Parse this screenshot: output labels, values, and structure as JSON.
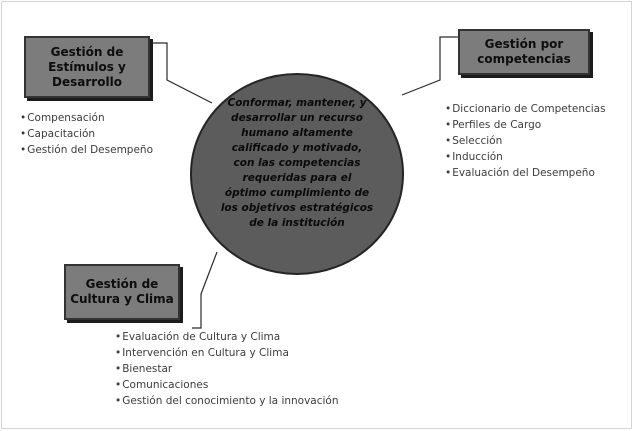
{
  "center": {
    "lines": [
      "Conformar,  mantener, y",
      "desarrollar un recurso",
      "humano altamente",
      "calificado y motivado,",
      "con las competencias",
      "requeridas  para el",
      "óptimo cumplimiento de",
      "los objetivos estratégicos",
      "de la institución"
    ]
  },
  "boxes": {
    "estimulos": {
      "line1": "Gestión de",
      "line2": "Estímulos y",
      "line3": "Desarrollo"
    },
    "competencias": {
      "line1": "Gestión por",
      "line2": "competencias"
    },
    "cultura": {
      "line1": "Gestión de",
      "line2": "Cultura  y Clima"
    }
  },
  "lists": {
    "estimulos": [
      "Compensación",
      "Capacitación",
      "Gestión del Desempeño"
    ],
    "competencias": [
      "Diccionario de Competencias",
      "Perfiles de Cargo",
      "Selección",
      "Inducción",
      "Evaluación del Desempeño"
    ],
    "cultura": [
      "Evaluación de Cultura y Clima",
      "Intervención en Cultura y Clima",
      "Bienestar",
      "Comunicaciones",
      "Gestión del conocimiento y la innovación"
    ]
  },
  "colors": {
    "circle_fill": "#5c5c5c",
    "circle_stroke": "#252525",
    "box_fill": "#7c7c7c",
    "connector": "#2a2a2a",
    "list_text": "#3c3c3c"
  }
}
